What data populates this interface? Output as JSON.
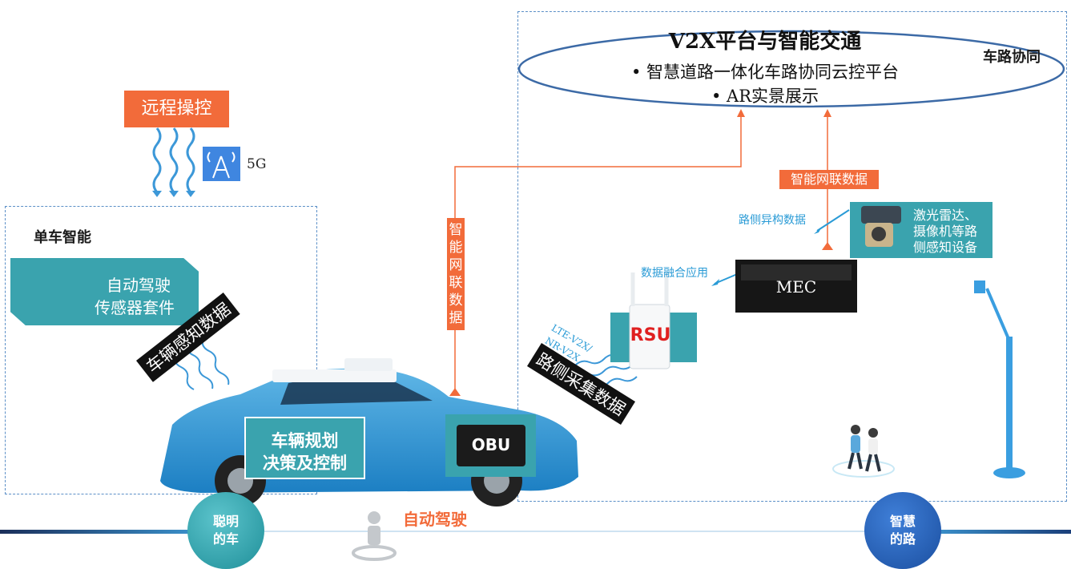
{
  "platform": {
    "title": "V2X平台与智能交通",
    "bullets": [
      "智慧道路一体化车路协同云控平台",
      "AR实景展示"
    ]
  },
  "cooperation_label": "车路协同",
  "remote_control": "远程操控",
  "network_5g": "5G",
  "single_vehicle": {
    "title": "单车智能",
    "sensor_kit_line1": "自动驾驶",
    "sensor_kit_line2": "传感器套件",
    "perception_data": "车辆感知数据",
    "planning_line1": "车辆规划",
    "planning_line2": "决策及控制"
  },
  "obu": "OBU",
  "vertical_network_data": [
    "智",
    "能",
    "网",
    "联",
    "数",
    "据"
  ],
  "roadside": {
    "network_data": "智能网联数据",
    "hetero_data": "路侧异构数据",
    "sensors_line1": "激光雷达、",
    "sensors_line2": "摄像机等路",
    "sensors_line3": "侧感知设备",
    "fusion": "数据融合应用",
    "mec": "MEC",
    "rsu": "RSU",
    "v2x_line1": "LTE-V2X/",
    "v2x_line2": "NR-V2X",
    "collection_data": "路侧采集数据"
  },
  "autonomous_driving": "自动驾驶",
  "smart_car_line1": "聪明",
  "smart_car_line2": "的车",
  "smart_road_line1": "智慧",
  "smart_road_line2": "的路",
  "colors": {
    "accent_orange": "#f26b3a",
    "teal": "#3aa3ae",
    "navy": "#1b4fa0",
    "link_blue": "#2a9bd6"
  }
}
